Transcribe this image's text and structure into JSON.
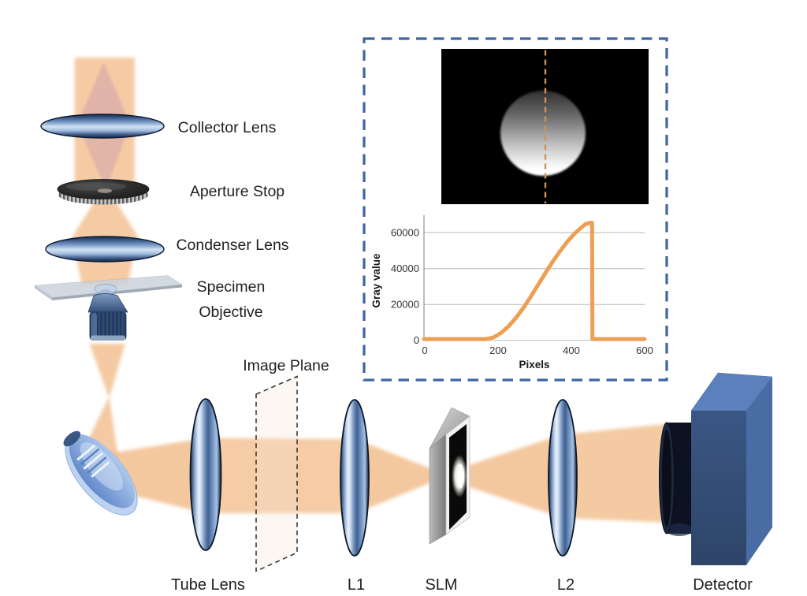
{
  "diagram": {
    "labels": {
      "collector_lens": "Collector Lens",
      "aperture_stop": "Aperture Stop",
      "condenser_lens": "Condenser Lens",
      "specimen": "Specimen",
      "objective": "Objective",
      "image_plane": "Image Plane",
      "tube_lens": "Tube Lens",
      "l1": "L1",
      "slm": "SLM",
      "l2": "L2",
      "detector": "Detector"
    }
  },
  "inset": {
    "chart": {
      "ylabel": "Gray value",
      "xlabel": "Pixels",
      "yticks": [
        "0",
        "20000",
        "40000",
        "60000"
      ],
      "xticks": [
        "0",
        "200",
        "400",
        "600"
      ]
    }
  },
  "chart_data": {
    "type": "line",
    "title": "",
    "xlabel": "Pixels",
    "ylabel": "Gray value",
    "xlim": [
      0,
      600
    ],
    "ylim": [
      0,
      70000
    ],
    "grid": true,
    "legend": false,
    "line_color": "#ED9F53",
    "x": [
      0,
      100,
      150,
      170,
      190,
      210,
      230,
      250,
      270,
      290,
      310,
      330,
      350,
      370,
      390,
      410,
      425,
      440,
      450,
      457,
      458,
      470,
      540,
      600
    ],
    "y": [
      0,
      0,
      0,
      400,
      1700,
      4200,
      7800,
      12500,
      18000,
      24200,
      30800,
      37400,
      43800,
      49700,
      55000,
      59500,
      62300,
      64800,
      65400,
      65500,
      0,
      0,
      0,
      0
    ]
  },
  "colors": {
    "beam_orange": "#F2BE8D",
    "beam_pink": "#DCAEAB",
    "inset_border": "#3F63A5",
    "profile_line_marker": "#CE9257",
    "lens_blue_mid": "#6C8CBB",
    "detector_blue": "#35507C",
    "curve_orange": "#ED9F53"
  }
}
